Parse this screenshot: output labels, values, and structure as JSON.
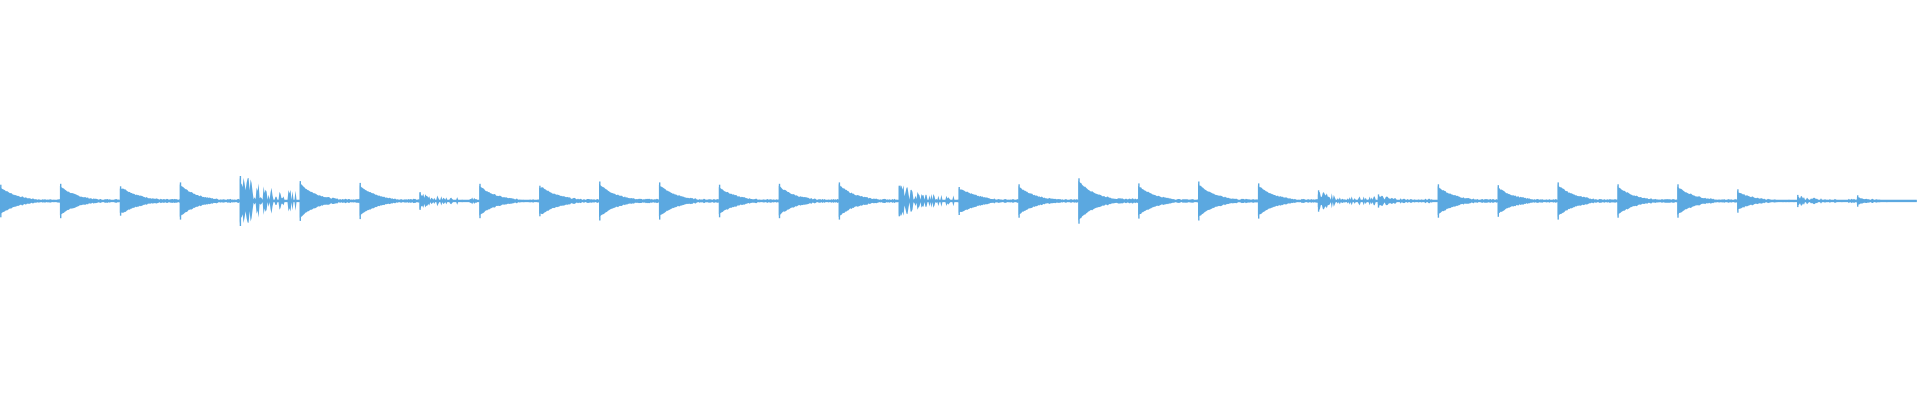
{
  "waveform": {
    "color": "#5ba8e0",
    "background": "#ffffff",
    "onsets": [
      {
        "amp": 0.62,
        "texture": "smooth"
      },
      {
        "amp": 0.66,
        "texture": "smooth"
      },
      {
        "amp": 0.55,
        "texture": "block"
      },
      {
        "amp": 0.72,
        "texture": "smooth"
      },
      {
        "amp": 1.0,
        "texture": "noisy"
      },
      {
        "amp": 0.78,
        "texture": "smooth"
      },
      {
        "amp": 0.7,
        "texture": "smooth"
      },
      {
        "amp": 0.3,
        "texture": "noisy"
      },
      {
        "amp": 0.66,
        "texture": "smooth"
      },
      {
        "amp": 0.58,
        "texture": "block"
      },
      {
        "amp": 0.76,
        "texture": "smooth"
      },
      {
        "amp": 0.72,
        "texture": "smooth"
      },
      {
        "amp": 0.62,
        "texture": "smooth"
      },
      {
        "amp": 0.66,
        "texture": "smooth"
      },
      {
        "amp": 0.72,
        "texture": "smooth"
      },
      {
        "amp": 0.58,
        "texture": "noisy"
      },
      {
        "amp": 0.52,
        "texture": "block"
      },
      {
        "amp": 0.64,
        "texture": "smooth"
      },
      {
        "amp": 0.9,
        "texture": "smooth"
      },
      {
        "amp": 0.68,
        "texture": "smooth"
      },
      {
        "amp": 0.76,
        "texture": "smooth"
      },
      {
        "amp": 0.68,
        "texture": "smooth"
      },
      {
        "amp": 0.38,
        "texture": "noisy"
      },
      {
        "amp": 0.2,
        "texture": "noisy"
      },
      {
        "amp": 0.64,
        "texture": "smooth"
      },
      {
        "amp": 0.6,
        "texture": "smooth"
      },
      {
        "amp": 0.72,
        "texture": "smooth"
      },
      {
        "amp": 0.64,
        "texture": "smooth"
      },
      {
        "amp": 0.64,
        "texture": "smooth"
      },
      {
        "amp": 0.42,
        "texture": "smooth"
      },
      {
        "amp": 0.18,
        "texture": "noisy"
      },
      {
        "amp": 0.16,
        "texture": "smooth"
      }
    ]
  }
}
